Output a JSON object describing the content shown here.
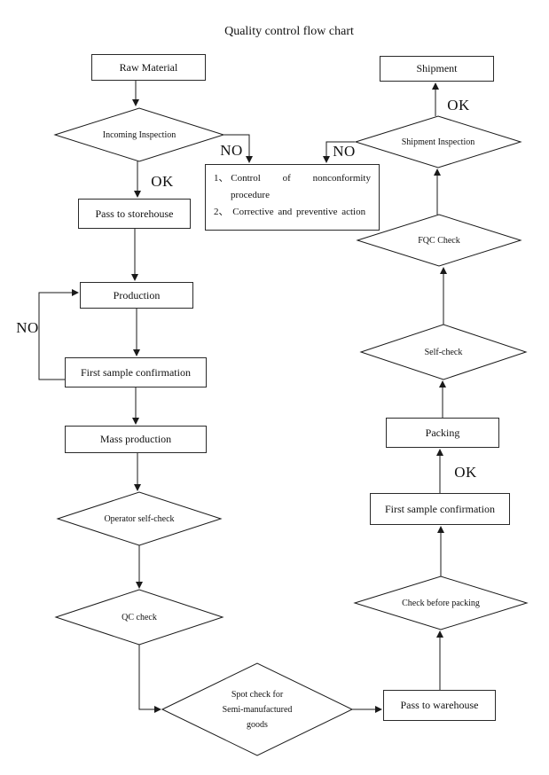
{
  "title": "Quality control flow chart",
  "edge_labels": {
    "ok": "OK",
    "no": "NO"
  },
  "nodes": {
    "raw_material": "Raw Material",
    "incoming_inspection": "Incoming Inspection",
    "pass_to_storehouse": "Pass to storehouse",
    "production": "Production",
    "first_sample_confirmation_left": "First sample confirmation",
    "mass_production": "Mass production",
    "operator_self_check": "Operator self-check",
    "qc_check": "QC check",
    "spot_check_line1": "Spot check for",
    "spot_check_line2": "Semi-manufactured",
    "spot_check_line3": "goods",
    "pass_to_warehouse": "Pass to warehouse",
    "check_before_packing": "Check before packing",
    "first_sample_confirmation_right": "First sample confirmation",
    "packing": "Packing",
    "self_check": "Self-check",
    "fqc_check": "FQC Check",
    "shipment_inspection": "Shipment Inspection",
    "shipment": "Shipment",
    "nonconformity_item1_lead": "1、 Control",
    "nonconformity_item1_mid": "of",
    "nonconformity_item1_end": "nonconformity",
    "nonconformity_item1_wrap": "procedure",
    "nonconformity_item2": "2、 Corrective and preventive action"
  }
}
